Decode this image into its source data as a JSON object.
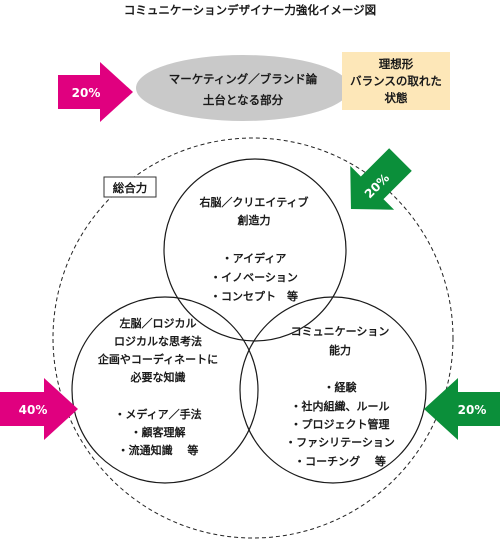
{
  "title": "コミュニケーションデザイナー力強化イメージ図",
  "foundation": {
    "line1": "マーケティング／ブランド論",
    "line2": "土台となる部分"
  },
  "ideal_box": {
    "line1": "理想形",
    "line2": "バランスの取れた",
    "line3": "状態"
  },
  "total_label": "総合力",
  "arrows": {
    "top_left": "20%",
    "top_right": "20%",
    "bottom_left": "40%",
    "bottom_right": "20%"
  },
  "circles": {
    "right_brain": {
      "title1": "右脳／クリエイティブ",
      "title2": "創造力",
      "items": [
        "・アイディア",
        "・イノベーション",
        "・コンセプト　等"
      ]
    },
    "left_brain": {
      "title1": "左脳／ロジカル",
      "title2": "ロジカルな思考法",
      "title3": "企画やコーディネートに",
      "title4": "必要な知識",
      "items": [
        "・メディア／手法",
        "・顧客理解",
        "・流通知識　 等"
      ]
    },
    "communication": {
      "title1": "コミュニケーション",
      "title2": "能力",
      "items": [
        "・経験",
        "・社内組織、ルール",
        "・プロジェクト管理",
        "・ファシリテーション",
        "・コーチング　 等"
      ]
    }
  },
  "colors": {
    "magenta": "#e0007f",
    "green": "#0b8f3a",
    "ellipse_gray": "#c9c9c9",
    "box_cream": "#fde7b8"
  }
}
